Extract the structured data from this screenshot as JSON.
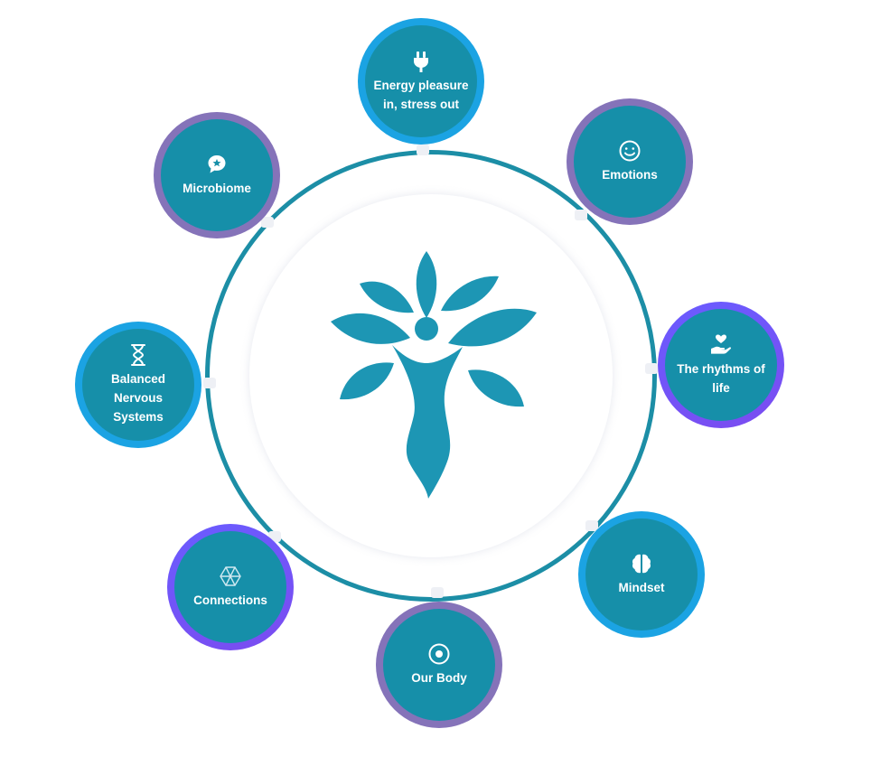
{
  "diagram": {
    "colors": {
      "ring": "#1c8ea6",
      "node_fill": "#168fa9",
      "node_border_blue": "#1ba3e3",
      "node_border_lavender": "#8573b9",
      "node_border_violet": "#6a5cff",
      "logo": "#1d96b4"
    },
    "center_logo": "tree-figure-logo",
    "nodes": [
      {
        "label": "Energy pleasure\nin, stress out",
        "icon": "plug-icon"
      },
      {
        "label": "Emotions",
        "icon": "smiley-icon"
      },
      {
        "label": "The rhythms of\nlife",
        "icon": "heart-hand-icon"
      },
      {
        "label": "Mindset",
        "icon": "brain-icon"
      },
      {
        "label": "Our Body",
        "icon": "target-icon"
      },
      {
        "label": "Connections",
        "icon": "hexagon-icon"
      },
      {
        "label": "Balanced\nNervous\nSystems",
        "icon": "hourglass-icon"
      },
      {
        "label": "Microbiome",
        "icon": "chat-star-icon"
      }
    ]
  }
}
